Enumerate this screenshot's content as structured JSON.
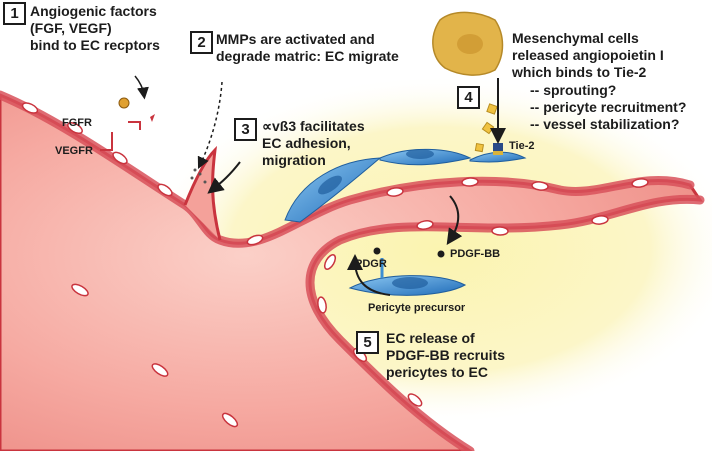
{
  "colors": {
    "background": "#ffffff",
    "tissue_glow": "#fbf4b8",
    "vessel_fill": "#f6a7a0",
    "vessel_wall": "#c9343e",
    "endothelial_cell": "#3d8ed2",
    "mesenchymal_cell": "#e2b44a",
    "ink": "#1c1c1c"
  },
  "steps": [
    {
      "number": "1",
      "lines": [
        "Angiogenic factors",
        "(FGF, VEGF)",
        "bind to EC recptors"
      ]
    },
    {
      "number": "2",
      "lines": [
        "MMPs are activated and",
        "degrade matric: EC migrate"
      ]
    },
    {
      "number": "3",
      "lines": [
        "∝vß3 facilitates",
        "EC adhesion,",
        "migration"
      ]
    },
    {
      "number": "4",
      "lines": [
        "Mesenchymal cells",
        "released angiopoietin I",
        "which binds to Tie-2"
      ],
      "bullets": [
        "-- sprouting?",
        "-- pericyte recruitment?",
        "-- vessel stabilization?"
      ]
    },
    {
      "number": "5",
      "lines": [
        "EC release of",
        "PDGF-BB recruits",
        "pericytes to EC"
      ]
    }
  ],
  "receptor_labels": {
    "fgfr": "FGFR",
    "vegfr": "VEGFR",
    "tie2": "Tie-2",
    "pdgr": "PDGR",
    "pdgf_bb": "PDGF-BB",
    "pericyte_precursor": "Pericyte precursor"
  }
}
